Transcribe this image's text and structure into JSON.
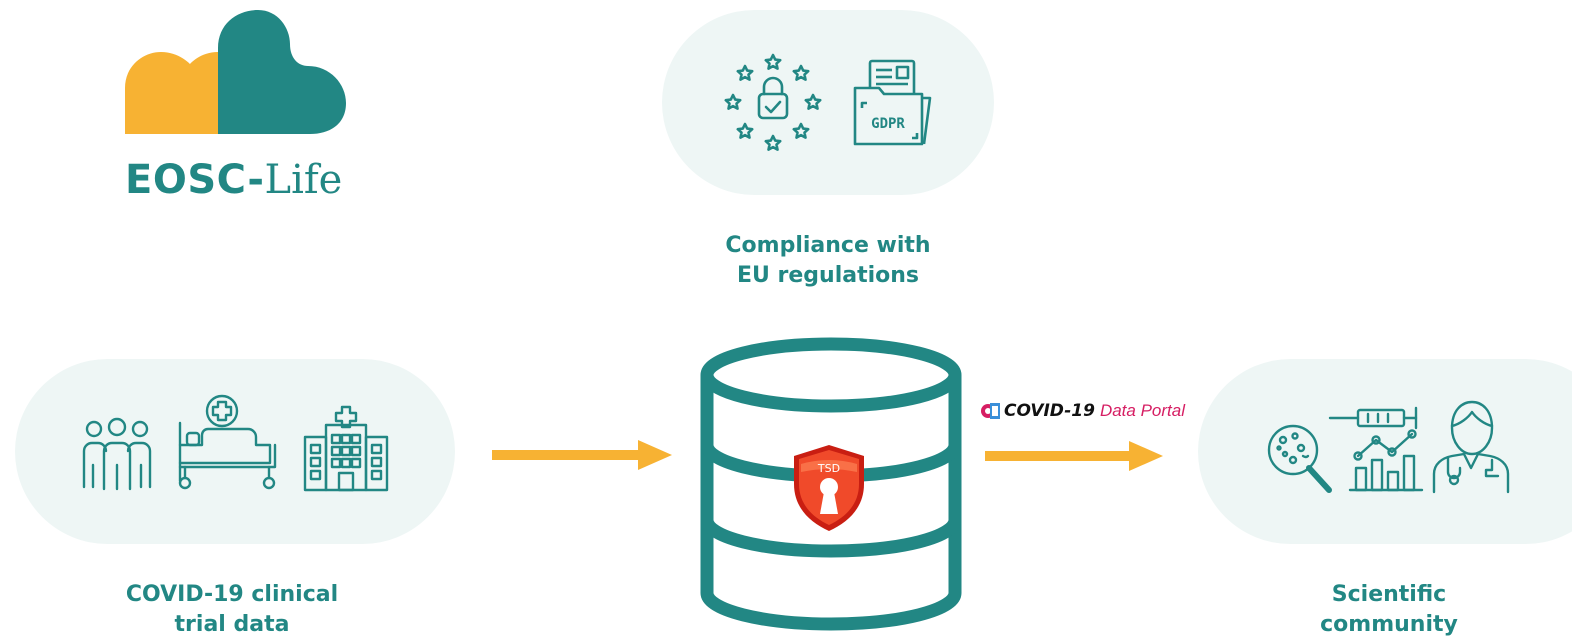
{
  "logo": {
    "text_bold": "EOSC-",
    "text_light": "Life"
  },
  "compliance": {
    "label_line1": "Compliance with",
    "label_line2": "EU regulations",
    "badge": "GDPR"
  },
  "source": {
    "label_line1": "COVID-19 clinical",
    "label_line2": "trial data"
  },
  "storage": {
    "shield_label": "TSD"
  },
  "portal": {
    "name_bold": "COVID-19",
    "name_light": "Data Portal"
  },
  "destination": {
    "label_line1": "Scientific",
    "label_line2": "community"
  },
  "colors": {
    "teal": "#228784",
    "yellow": "#f7b233",
    "pill_bg": "#eef6f5",
    "shield_red": "#e8301c",
    "portal_pink": "#d61e63"
  }
}
